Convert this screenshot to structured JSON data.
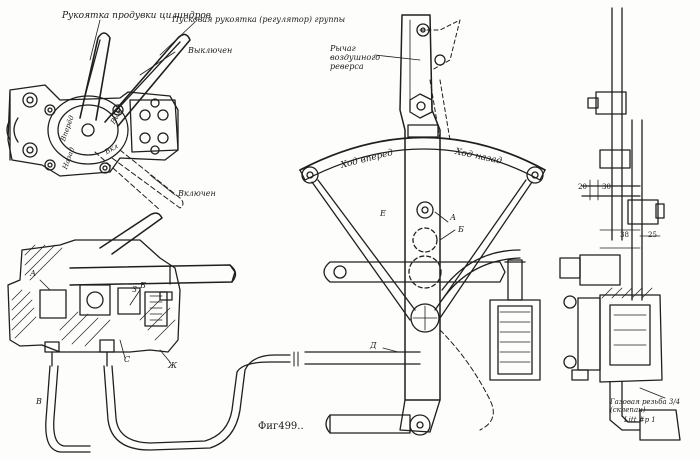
{
  "figure": {
    "caption": "Фиг499.."
  },
  "top_left_view": {
    "handle_cylinder_purge": "Рукоятка продувки цилиндров",
    "handle_starting_regulator": "Пусковая рукоятка (регулятор) группы",
    "position_off": "Выключен",
    "position_on": "Включен",
    "mark_vpered": "Вперёд",
    "mark_nazad": "Назад",
    "mark_vyk": "Вык",
    "mark_vkl": "Вкл"
  },
  "bottom_left_view": {
    "label_a": "А",
    "label_b": "Б",
    "label_v": "В",
    "label_s": "С",
    "label_zh": "Ж",
    "label_z": "З"
  },
  "center_view": {
    "lever_reverse": "Рычаг воздушного реверса",
    "arc_forward": "Ход вперед",
    "arc_back": "Ход назад",
    "label_a": "А",
    "label_b": "Б",
    "label_d": "Д",
    "label_e": "Е"
  },
  "right_view": {
    "dim_20": "20",
    "dim_30": "30",
    "dim_38": "38",
    "dim_25": "25",
    "gas_pipe_note_1": "Газовая резьба 3/4 (склепан)",
    "gas_pipe_note_2": "Litt #p 1"
  }
}
